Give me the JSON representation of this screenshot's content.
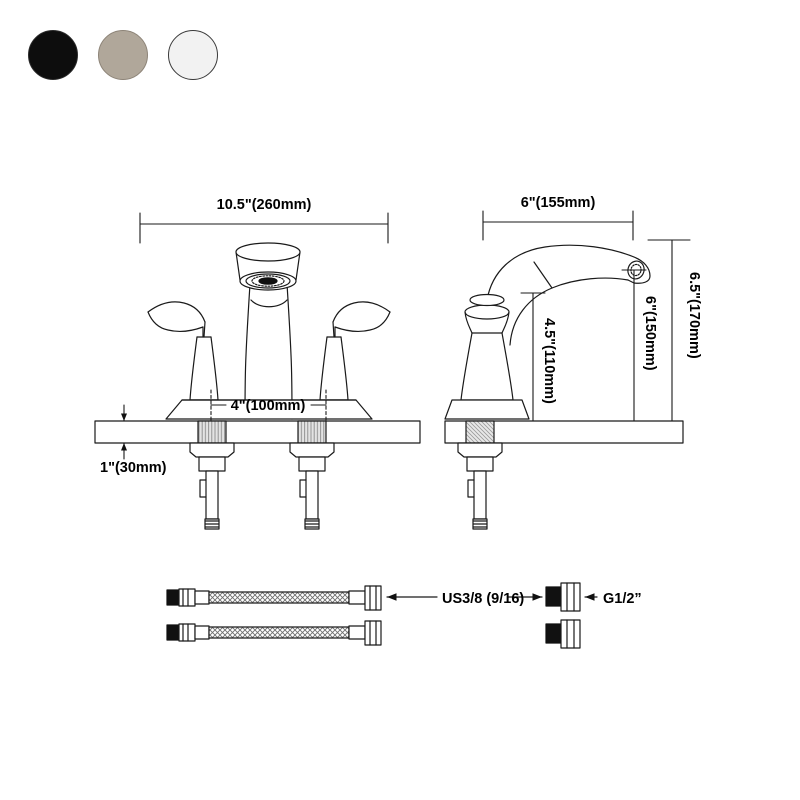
{
  "product": {
    "type": "centerset-bathroom-faucet-spec-drawing",
    "views": [
      "front-elevation",
      "side-elevation",
      "supply-hoses"
    ]
  },
  "color_swatches": [
    {
      "name": "black-finish-swatch",
      "hex": "#0d0d0d",
      "border": "#2b2b2b"
    },
    {
      "name": "brushed-nickel-finish-swatch",
      "hex": "#b0a79a",
      "border": "#8d8478"
    },
    {
      "name": "chrome-white-finish-swatch",
      "hex": "#f2f2f2",
      "border": "#3a3a3a"
    }
  ],
  "dimensions": {
    "overall_width": "10.5\"(260mm)",
    "spout_reach": "6\"(155mm)",
    "center_spacing": "4\"(100mm)",
    "deck_thickness": "1\"(30mm)",
    "spout_height_to_aerator": "4.5\"(110mm)",
    "spout_height_mid": "6\"(150mm)",
    "overall_height": "6.5\"(170mm)"
  },
  "hose_labels": {
    "inlet_thread": "US3/8 (9/16)",
    "adapter_thread": "G1/2”"
  },
  "line_color": "#1a1a1a",
  "hatch_color": "#9a9a9a"
}
